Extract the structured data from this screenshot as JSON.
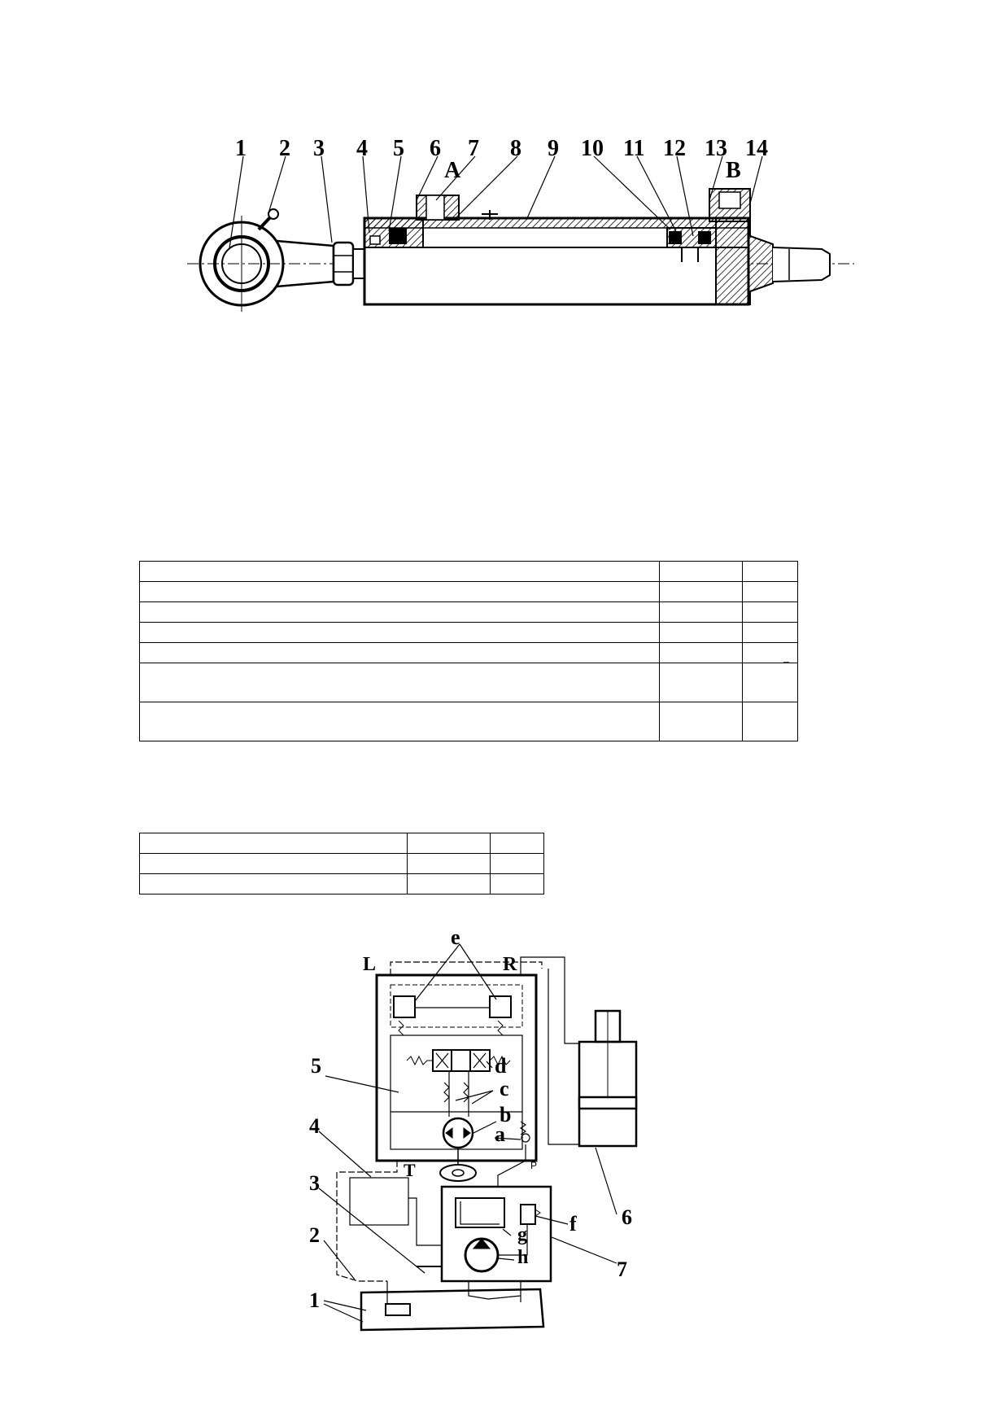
{
  "cylinder": {
    "part_labels": [
      "1",
      "2",
      "3",
      "4",
      "5",
      "6",
      "7",
      "8",
      "9",
      "10",
      "11",
      "12",
      "13",
      "14"
    ],
    "port_labels": [
      "A",
      "B"
    ]
  },
  "spec_table": {
    "rows": [
      [
        "",
        "",
        ""
      ],
      [
        "",
        "",
        ""
      ],
      [
        "",
        "",
        ""
      ],
      [
        "",
        "",
        ""
      ],
      [
        "",
        "",
        "_"
      ],
      [
        "",
        "",
        ""
      ],
      [
        "",
        "",
        ""
      ]
    ]
  },
  "small_table": {
    "rows": [
      [
        "",
        "",
        ""
      ],
      [
        "",
        "",
        ""
      ],
      [
        "",
        "",
        ""
      ]
    ]
  },
  "hydraulic": {
    "component_labels": [
      "1",
      "2",
      "3",
      "4",
      "5",
      "6",
      "7"
    ],
    "port_labels": [
      "L",
      "R",
      "T",
      "P"
    ],
    "element_labels": [
      "a",
      "b",
      "c",
      "d",
      "e",
      "f",
      "g",
      "h"
    ]
  }
}
